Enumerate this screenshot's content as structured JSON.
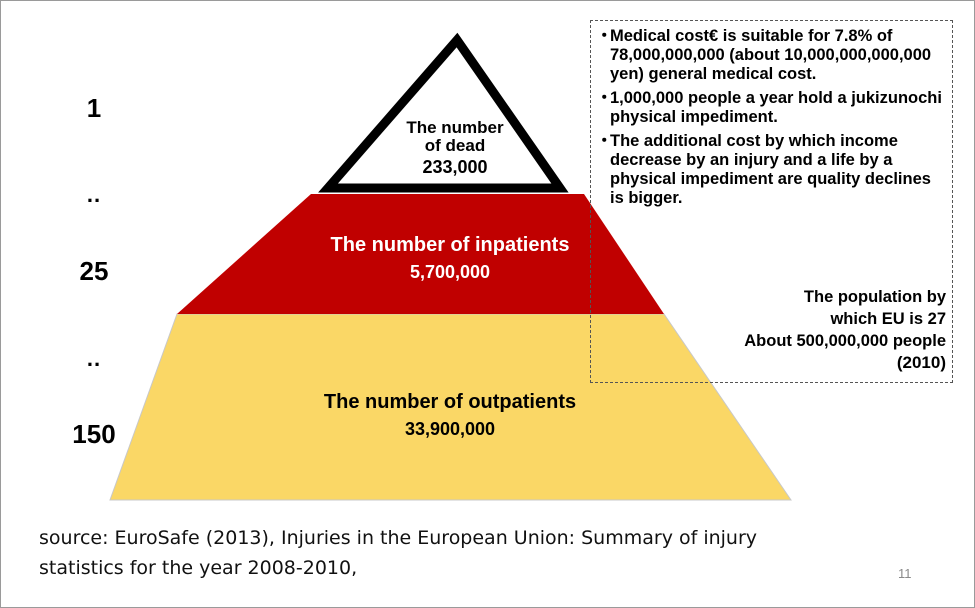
{
  "colors": {
    "top_fill": "#ffffff",
    "middle_fill": "#c00000",
    "bottom_fill": "#fad766",
    "outline": "#000000"
  },
  "ratios": {
    "top": "1",
    "sep1": "..",
    "middle": "25",
    "sep2": "..",
    "bottom": "150"
  },
  "tiers": {
    "dead": {
      "label_line1": "The number",
      "label_line2": "of dead",
      "value": "233,000"
    },
    "inpatients": {
      "label": "The number of inpatients",
      "value": "5,700,000"
    },
    "outpatients": {
      "label": "The number of outpatients",
      "value": "33,900,000"
    }
  },
  "notes": {
    "bullet_symbol": "・",
    "bullets": [
      "Medical cost€ is suitable for 7.8% of 78,000,000,000 (about 10,000,000,000,000 yen) general medical cost.",
      "1,000,000 people a year hold a jukizunochi physical impediment.",
      "The additional cost by which income decrease by an injury and a life by a physical impediment are quality declines is bigger."
    ],
    "population_line1": "The population by",
    "population_line2": "which EU is 27",
    "population_line3": "About 500,000,000 people",
    "population_year": "(2010)"
  },
  "source": {
    "line1": "source: EuroSafe (2013), Injuries in the European Union: Summary of injury",
    "line2": "statistics for the year 2008-2010,"
  },
  "page_number": "11"
}
